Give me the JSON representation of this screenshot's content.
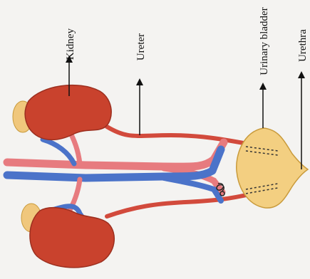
{
  "diagram": {
    "labels": {
      "kidney": "Kidney",
      "ureter": "Ureter",
      "urinary_bladder": "Urinary bladder",
      "urethra": "Urethra"
    },
    "colors": {
      "background": "#f4f3f1",
      "kidney": "#c9422d",
      "kidney_outline": "#9c2f1f",
      "adrenal_gland": "#f0c77c",
      "ureter": "#d24a3c",
      "bladder": "#f3cf81",
      "bladder_outline": "#c99b3c",
      "artery": "#e77b7f",
      "vein": "#4b73c9",
      "arrow": "#111111"
    }
  }
}
